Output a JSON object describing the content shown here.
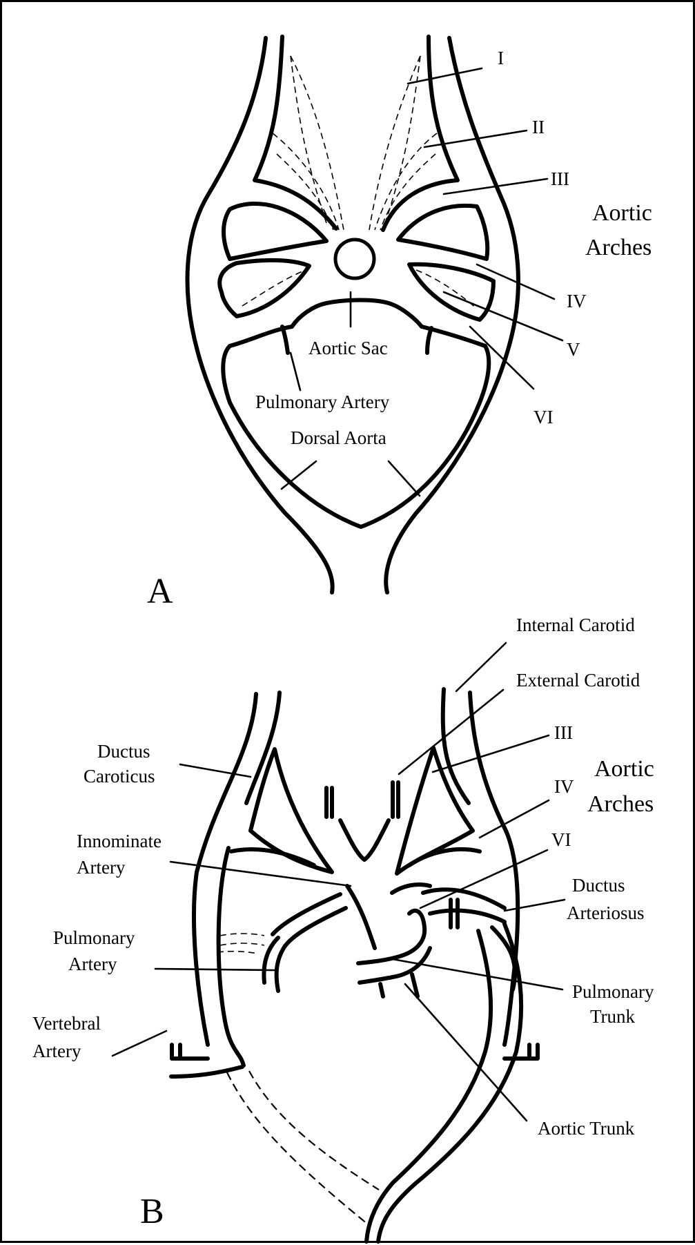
{
  "panel_a": {
    "letter": "A",
    "labels": {
      "i": "I",
      "ii": "II",
      "iii": "III",
      "iv": "IV",
      "v": "V",
      "vi": "VI",
      "aortic_arches_1": "Aortic",
      "aortic_arches_2": "Arches",
      "aortic_sac": "Aortic Sac",
      "pulmonary_artery": "Pulmonary Artery",
      "dorsal_aorta": "Dorsal Aorta"
    }
  },
  "panel_b": {
    "letter": "B",
    "labels": {
      "internal_carotid": "Internal Carotid",
      "external_carotid": "External Carotid",
      "iii": "III",
      "iv": "IV",
      "vi": "VI",
      "aortic_arches_1": "Aortic",
      "aortic_arches_2": "Arches",
      "ductus_caroticus_1": "Ductus",
      "ductus_caroticus_2": "Caroticus",
      "innominate_artery_1": "Innominate",
      "innominate_artery_2": "Artery",
      "ductus_arteriosus_1": "Ductus",
      "ductus_arteriosus_2": "Arteriosus",
      "pulmonary_artery_1": "Pulmonary",
      "pulmonary_artery_2": "Artery",
      "pulmonary_trunk_1": "Pulmonary",
      "pulmonary_trunk_2": "Trunk",
      "vertebral_artery_1": "Vertebral",
      "vertebral_artery_2": "Artery",
      "aortic_trunk": "Aortic Trunk"
    }
  }
}
